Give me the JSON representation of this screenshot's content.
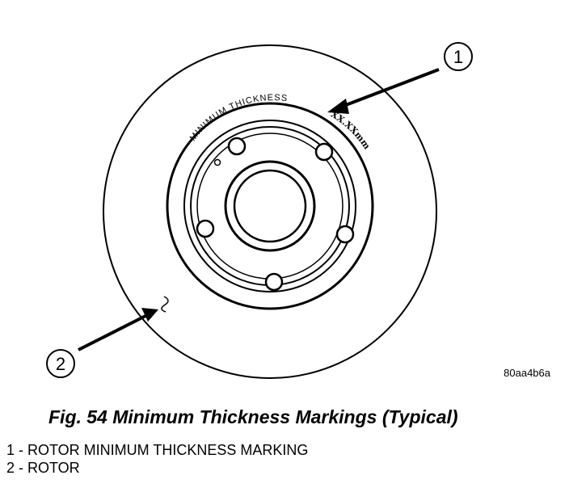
{
  "diagram": {
    "ring_marking": {
      "label": "MINIMUM THICKNESS",
      "value": "XX.XXmm"
    },
    "callouts": [
      {
        "number": "1"
      },
      {
        "number": "2"
      }
    ],
    "figure_code": "80aa4b6a"
  },
  "caption": {
    "title": "Fig. 54 Minimum Thickness Markings (Typical)"
  },
  "legend": {
    "items": [
      {
        "number": "1",
        "label": "ROTOR MINIMUM THICKNESS MARKING"
      },
      {
        "number": "2",
        "label": "ROTOR"
      }
    ]
  }
}
